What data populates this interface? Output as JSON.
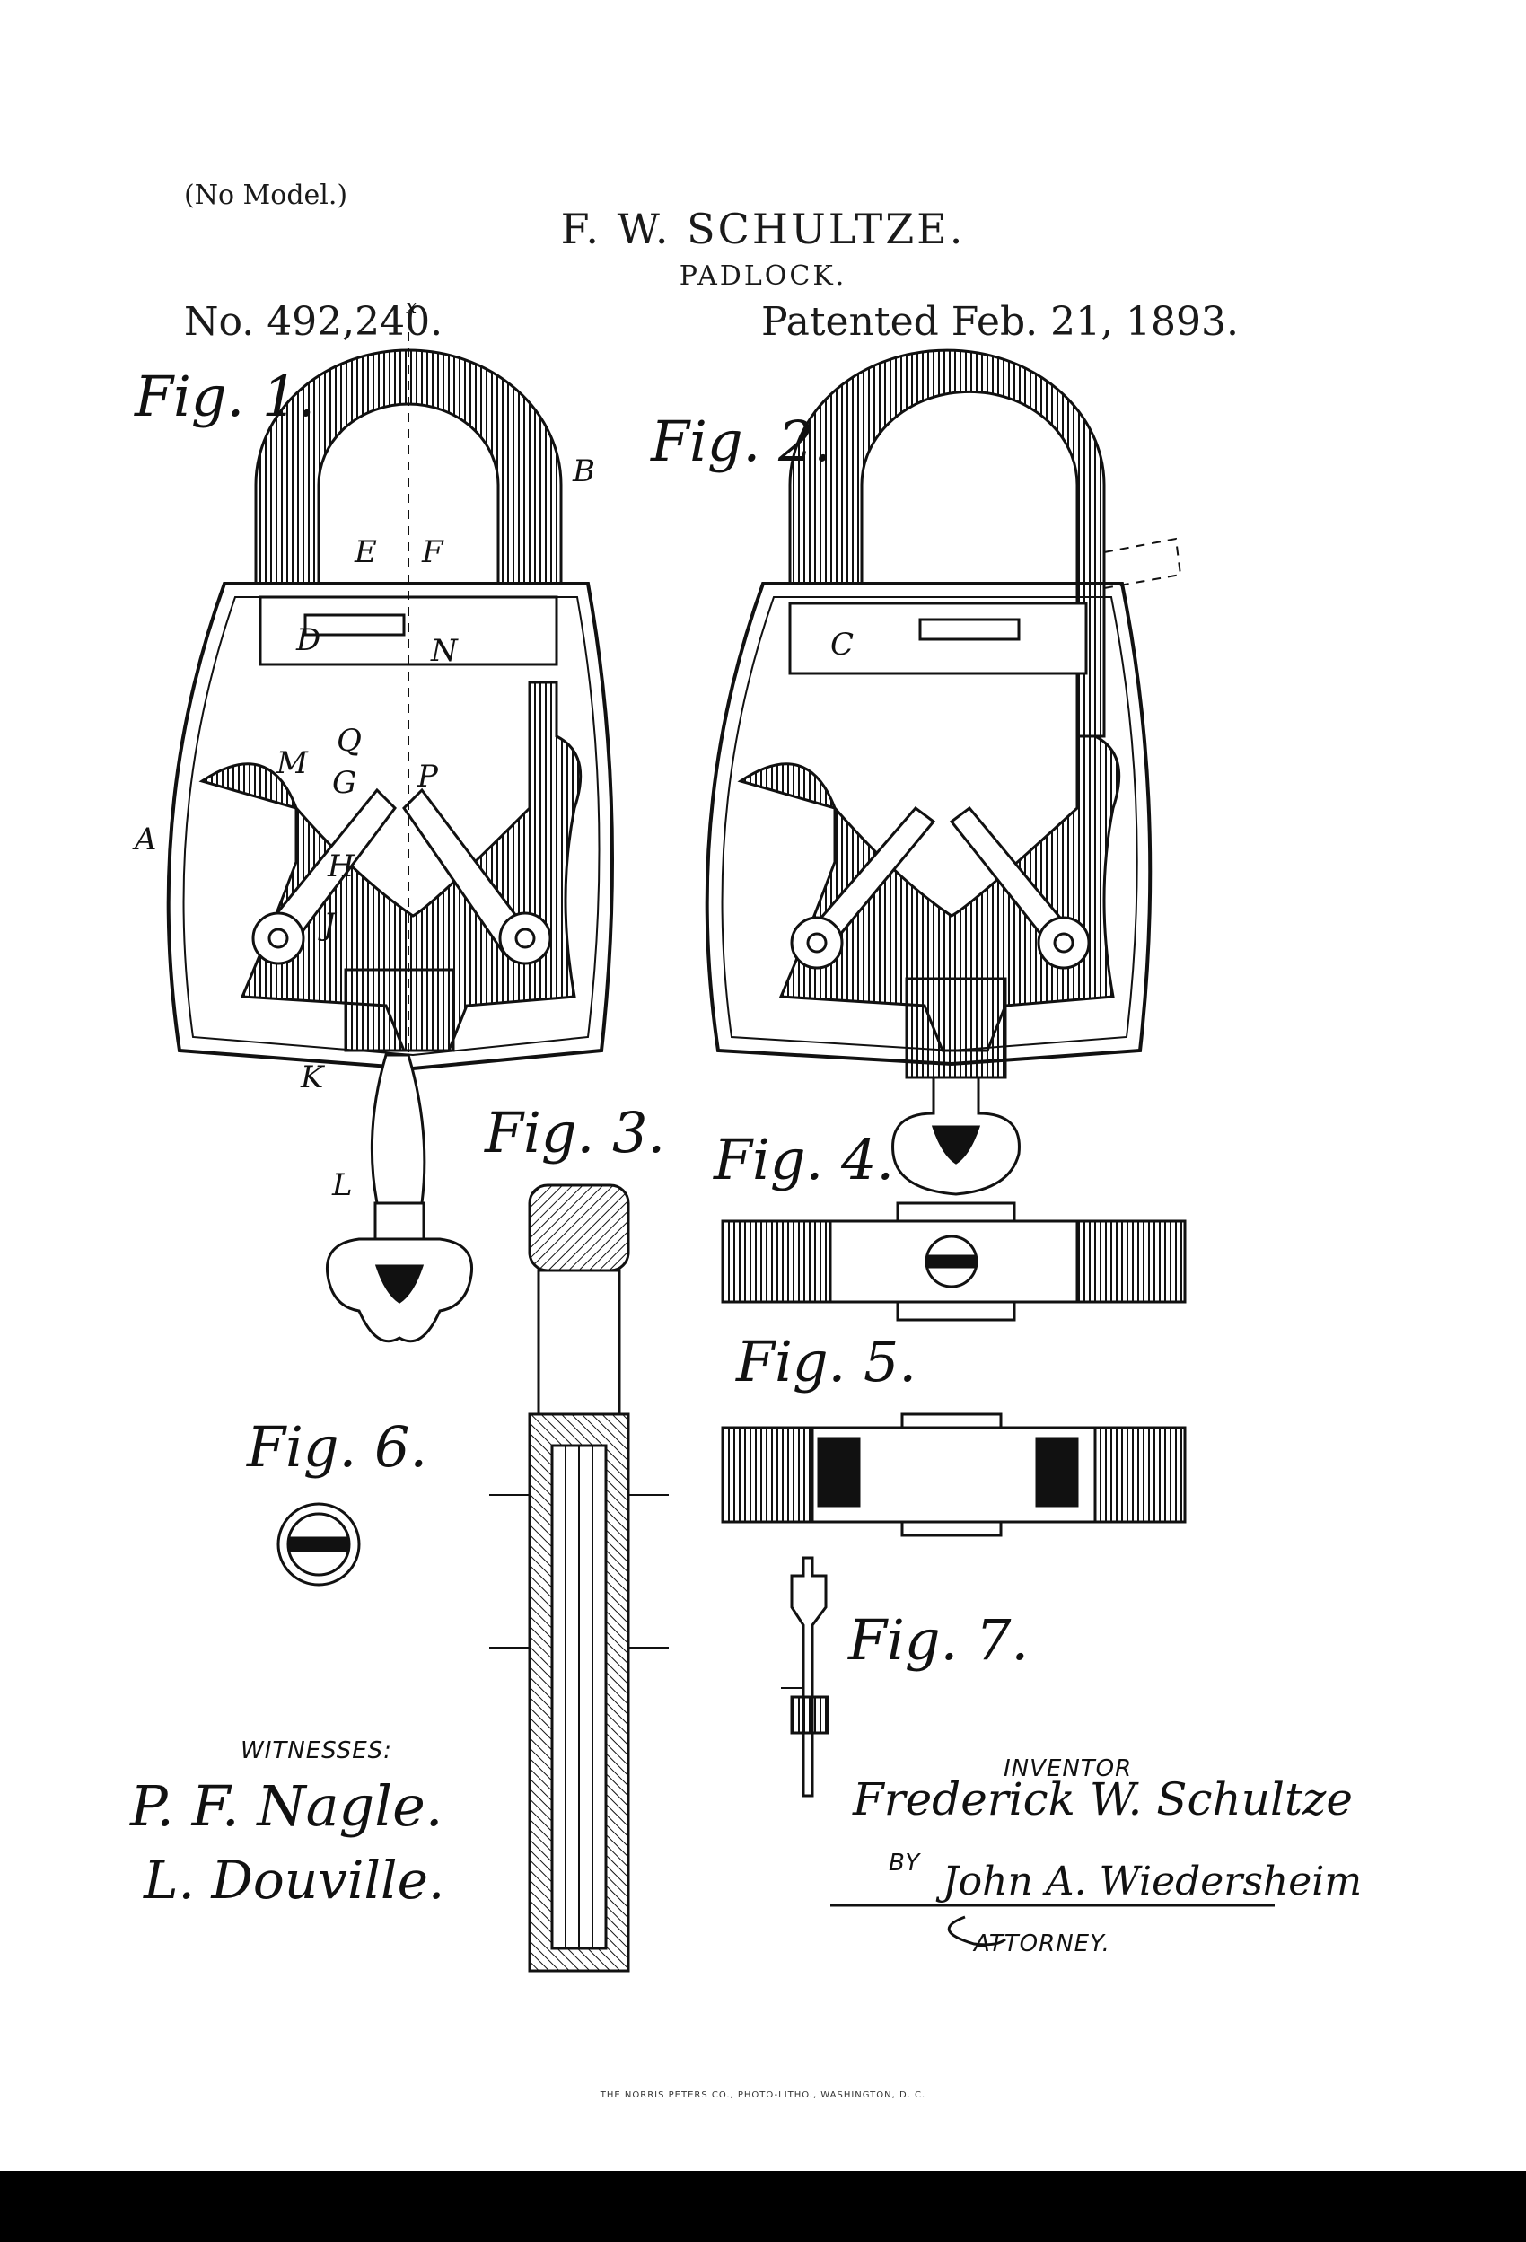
{
  "header": {
    "no_model": "(No Model.)",
    "inventor": "F. W. SCHULTZE.",
    "title": "PADLOCK.",
    "patent_number": "No. 492,240.",
    "patent_date": "Patented Feb. 21, 1893."
  },
  "figures": {
    "fig1": "Fig. 1.",
    "fig2": "Fig. 2.",
    "fig3": "Fig. 3.",
    "fig4": "Fig. 4.",
    "fig5": "Fig. 5.",
    "fig6": "Fig. 6.",
    "fig7": "Fig. 7."
  },
  "reference_letters": [
    "A",
    "B",
    "C",
    "D",
    "E",
    "F",
    "G",
    "H",
    "J",
    "K",
    "L",
    "M",
    "N",
    "P",
    "Q",
    "x"
  ],
  "witnesses": {
    "heading": "WITNESSES:",
    "names": [
      "P. F. Nagle.",
      "L. Douville."
    ]
  },
  "inventor_block": {
    "heading": "INVENTOR",
    "name": "Frederick W. Schultze",
    "by": "BY",
    "attorney_name": "John A. Wiedersheim",
    "attorney_heading": "ATTORNEY."
  },
  "footer": "THE NORRIS PETERS CO., PHOTO-LITHO., WASHINGTON, D. C."
}
